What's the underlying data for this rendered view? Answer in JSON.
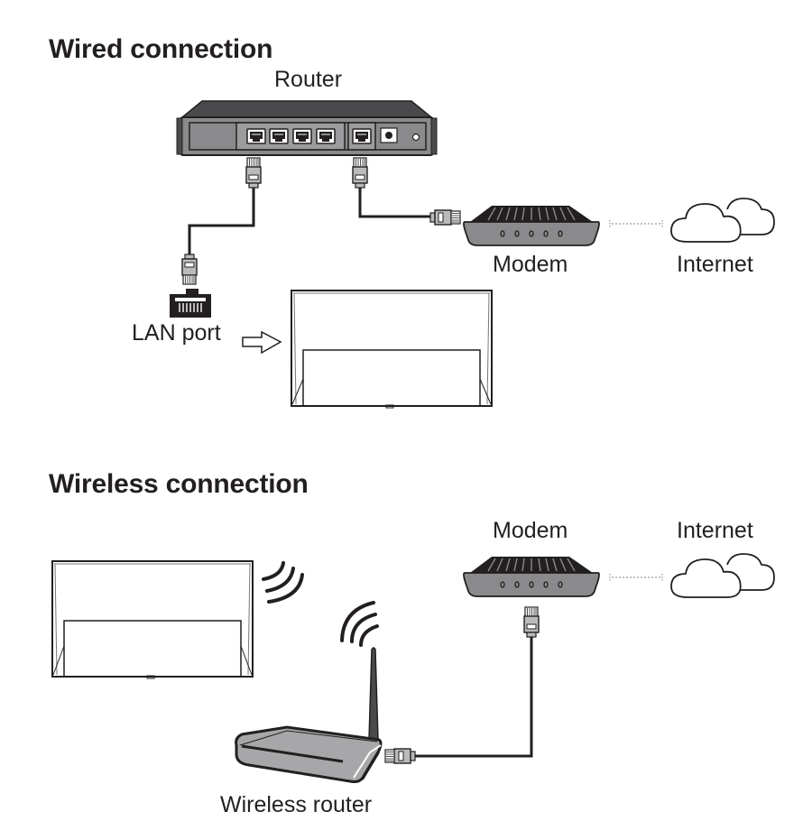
{
  "wired": {
    "heading": "Wired connection",
    "labels": {
      "router": "Router",
      "modem": "Modem",
      "internet": "Internet",
      "lan_port": "LAN port"
    }
  },
  "wireless": {
    "heading": "Wireless connection",
    "labels": {
      "modem": "Modem",
      "internet": "Internet",
      "wireless_router": "Wireless router"
    }
  },
  "colors": {
    "ink": "#231f20",
    "device_gray": "#8a8a8c",
    "device_dark": "#4a4a4c",
    "connector_gray": "#b9bcbb",
    "dotted_link": "#9a9a9a"
  }
}
